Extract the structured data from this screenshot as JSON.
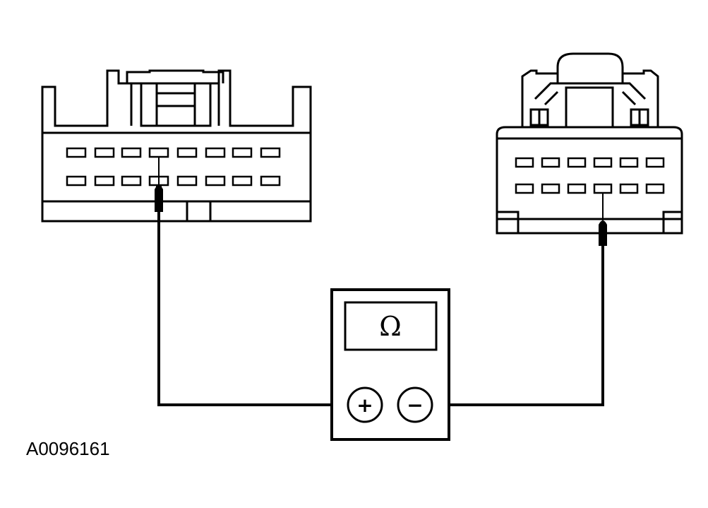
{
  "meter": {
    "display_symbol": "Ω",
    "positive_label": "+",
    "negative_label": "−"
  },
  "figure_id": "A0096161",
  "colors": {
    "stroke": "#000000",
    "background": "#ffffff"
  },
  "connectors": {
    "left": {
      "rows": 2,
      "pins_per_row": 8,
      "probed_pin": {
        "row": 1,
        "index": 4
      }
    },
    "right": {
      "rows": 2,
      "pins_per_row": 6,
      "probed_pin": {
        "row": 2,
        "index": 4
      }
    }
  }
}
